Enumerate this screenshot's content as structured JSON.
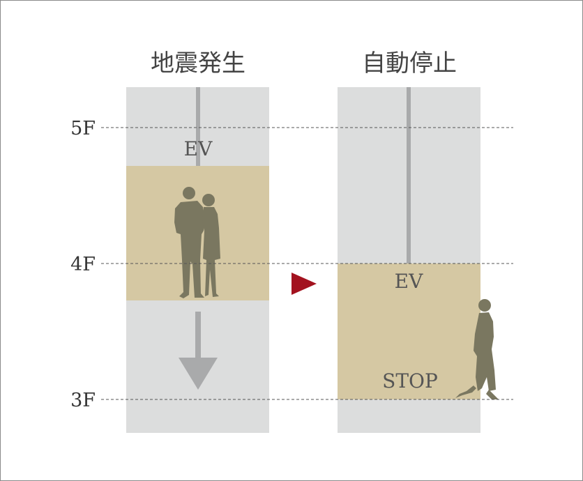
{
  "titles": {
    "left": "地震発生",
    "right": "自動停止"
  },
  "floors": [
    "5F",
    "4F",
    "3F"
  ],
  "labels": {
    "ev_left": "EV",
    "ev_right": "EV",
    "stop": "STOP"
  },
  "colors": {
    "shaft": "#dcdddd",
    "car": "#d5c8a3",
    "cable": "#a9aaab",
    "arrow_down": "#a9aaab",
    "silhouette": "#7a7760",
    "next_arrow": "#a3121f",
    "dashed_line": "#555555",
    "frame_border": "#8a8a8a"
  },
  "icons": {
    "couple": "people-silhouette-icon",
    "walker": "walking-woman-icon",
    "down_arrow": "arrow-down-icon",
    "next": "triangle-right-icon"
  }
}
